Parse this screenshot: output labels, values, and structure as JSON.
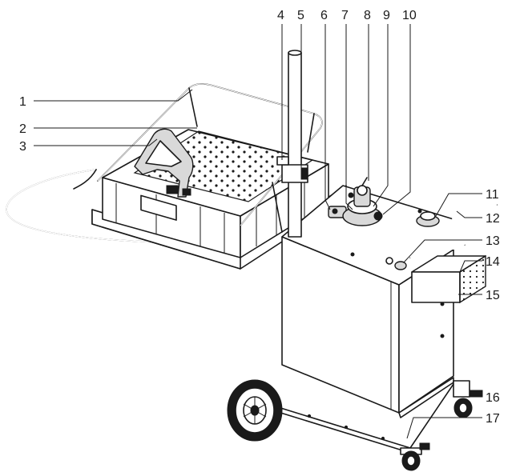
{
  "diagram": {
    "callouts": [
      {
        "label": "1"
      },
      {
        "label": "2"
      },
      {
        "label": "3"
      },
      {
        "label": "4"
      },
      {
        "label": "5"
      },
      {
        "label": "6"
      },
      {
        "label": "7"
      },
      {
        "label": "8"
      },
      {
        "label": "9"
      },
      {
        "label": "10"
      },
      {
        "label": "11"
      },
      {
        "label": "12"
      },
      {
        "label": "13"
      },
      {
        "label": "14"
      },
      {
        "label": "15"
      },
      {
        "label": "16"
      },
      {
        "label": "17"
      }
    ]
  }
}
